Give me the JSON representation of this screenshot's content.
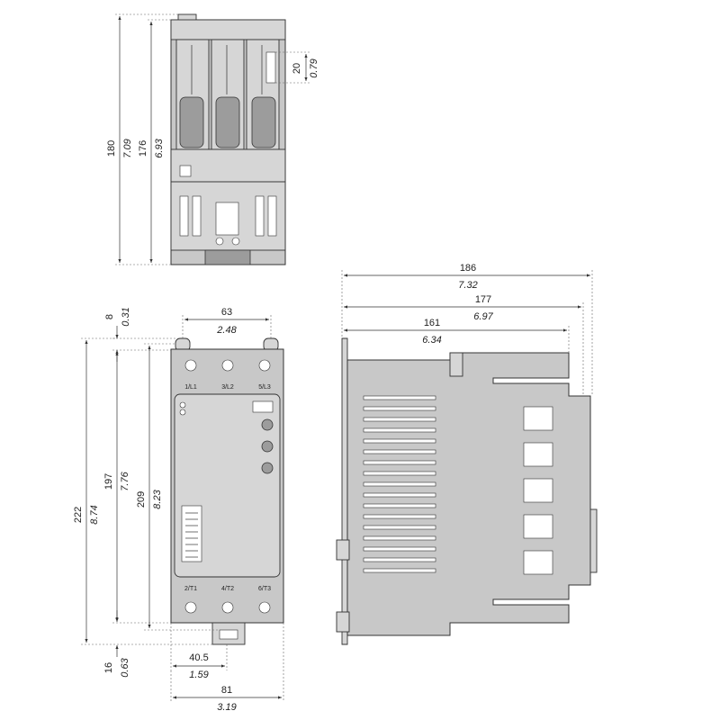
{
  "top_view": {
    "dims": [
      {
        "id": "h180",
        "mm": "180",
        "in": "7.09"
      },
      {
        "id": "h176",
        "mm": "176",
        "in": "6.93"
      },
      {
        "id": "h20",
        "mm": "20",
        "in": "0.79"
      }
    ]
  },
  "front_view": {
    "dims": [
      {
        "id": "w63",
        "mm": "63",
        "in": "2.48"
      },
      {
        "id": "t8",
        "mm": "8",
        "in": "0.31"
      },
      {
        "id": "h222",
        "mm": "222",
        "in": "8.74"
      },
      {
        "id": "h197",
        "mm": "197",
        "in": "7.76"
      },
      {
        "id": "h209",
        "mm": "209",
        "in": "8.23"
      },
      {
        "id": "b16",
        "mm": "16",
        "in": "0.63"
      },
      {
        "id": "w405",
        "mm": "40.5",
        "in": "1.59"
      },
      {
        "id": "w81",
        "mm": "81",
        "in": "3.19"
      }
    ],
    "terminals_top": [
      "1/L1",
      "3/L2",
      "5/L3"
    ],
    "terminals_bottom": [
      "2/T1",
      "4/T2",
      "6/T3"
    ]
  },
  "side_view": {
    "dims": [
      {
        "id": "d186",
        "mm": "186",
        "in": "7.32"
      },
      {
        "id": "d177",
        "mm": "177",
        "in": "6.97"
      },
      {
        "id": "d161",
        "mm": "161",
        "in": "6.34"
      }
    ]
  }
}
